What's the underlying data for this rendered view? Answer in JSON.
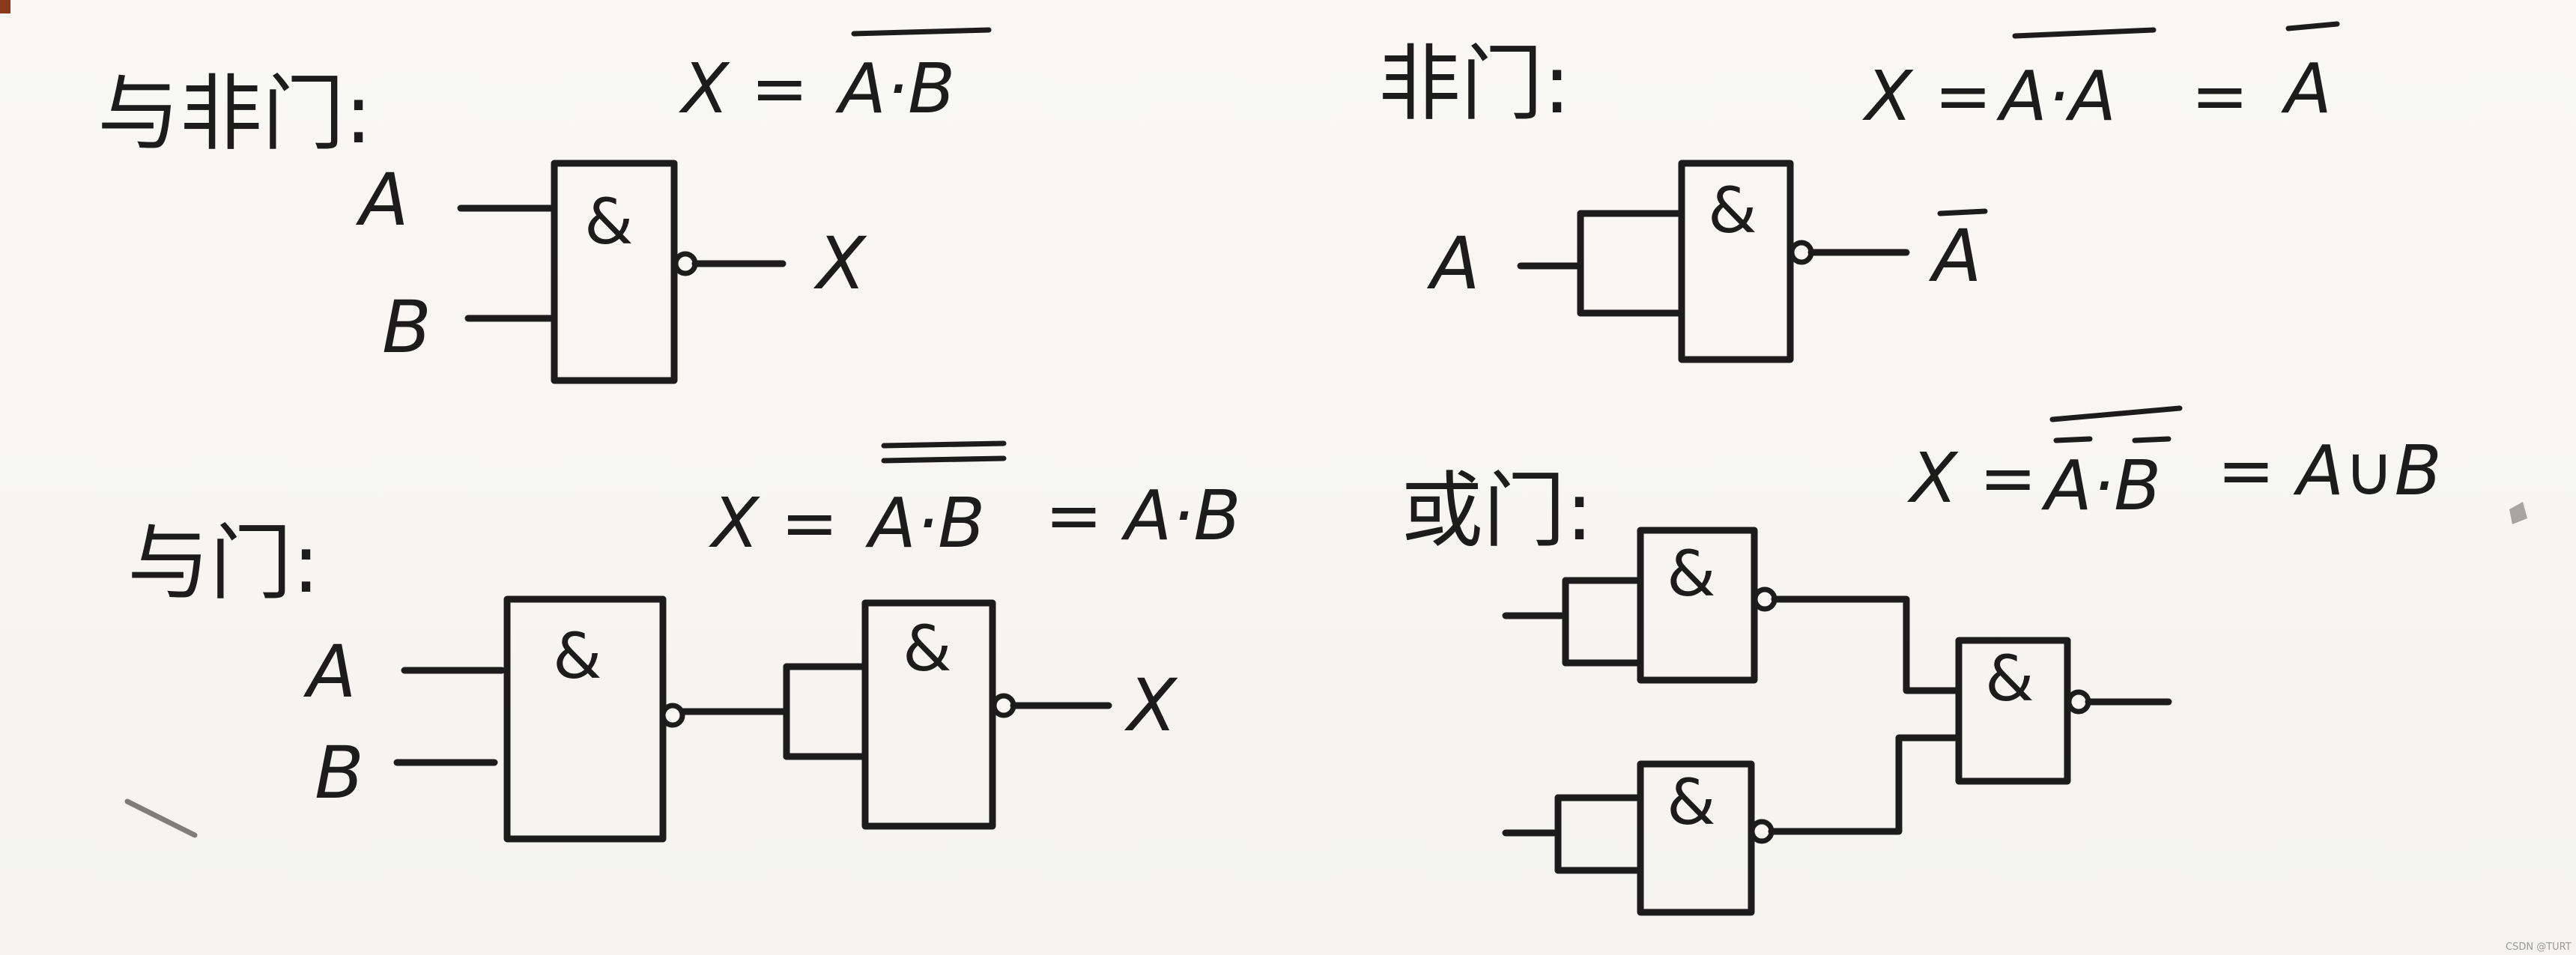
{
  "sections": {
    "nand": {
      "title": "与非门:",
      "formula": "X = A·B",
      "overline": "A·B",
      "input_a": "A",
      "input_b": "B",
      "output": "X",
      "gate_symbol": "&"
    },
    "not": {
      "title": "非门:",
      "formula": "X = A·A = A",
      "input": "A",
      "output": "A",
      "gate_symbol": "&"
    },
    "and": {
      "title": "与门:",
      "formula": "X = A·B = A·B",
      "input_a": "A",
      "input_b": "B",
      "output": "X",
      "gate_symbol": "&"
    },
    "or": {
      "title": "或门:",
      "formula": "X = A·B = A∪B",
      "gate_symbol": "&"
    }
  },
  "watermark": "CSDN @TURT"
}
